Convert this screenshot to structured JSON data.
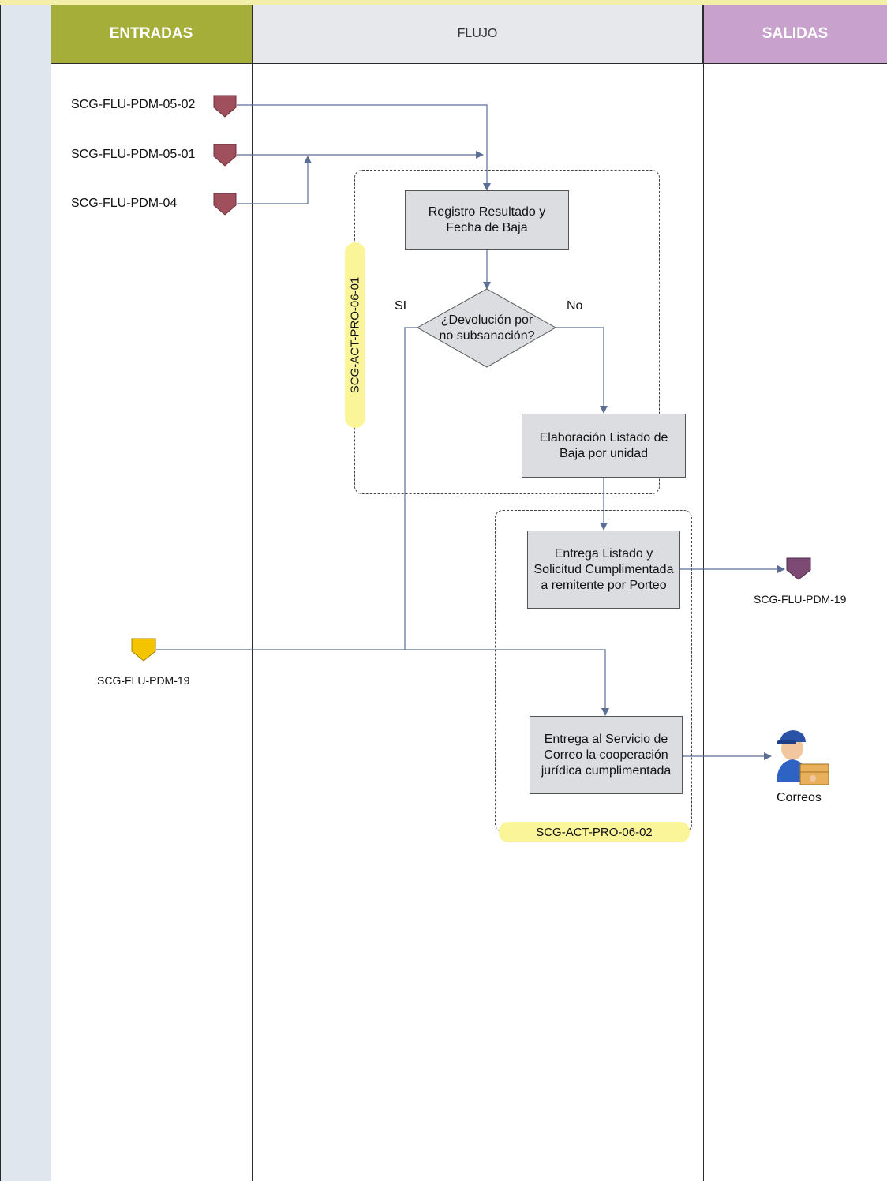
{
  "lanes": {
    "entradas": "ENTRADAS",
    "flujo": "FLUJO",
    "salidas": "SALIDAS"
  },
  "inputs": [
    {
      "label": "SCG-FLU-PDM-05-02"
    },
    {
      "label": "SCG-FLU-PDM-05-01"
    },
    {
      "label": "SCG-FLU-PDM-04"
    },
    {
      "label": "SCG-FLU-PDM-19"
    }
  ],
  "process": {
    "registro": "Registro Resultado y Fecha de Baja",
    "decision": "¿Devolución por no subsanación?",
    "decision_yes": "SI",
    "decision_no": "No",
    "elaboracion": "Elaboración Listado de Baja por unidad",
    "entrega_listado": "Entrega Listado y Solicitud Cumplimentada a remitente por Porteo",
    "entrega_correo": "Entrega al Servicio de Correo la cooperación jurídica cumplimentada"
  },
  "groups": {
    "group1_tag": "SCG-ACT-PRO-06-01",
    "group2_tag": "SCG-ACT-PRO-06-02"
  },
  "outputs": {
    "doc_label": "SCG-FLU-PDM-19",
    "correos_label": "Correos"
  },
  "colors": {
    "entradas_header": "#a6ae3a",
    "salidas_header": "#c8a2cd",
    "flujo_header": "#e6e8ec",
    "doc_input": "#a0505c",
    "doc_input_yellow": "#f5c400",
    "doc_output": "#7d4a73",
    "connector": "#5a6e96",
    "tag": "#fbf59a"
  }
}
